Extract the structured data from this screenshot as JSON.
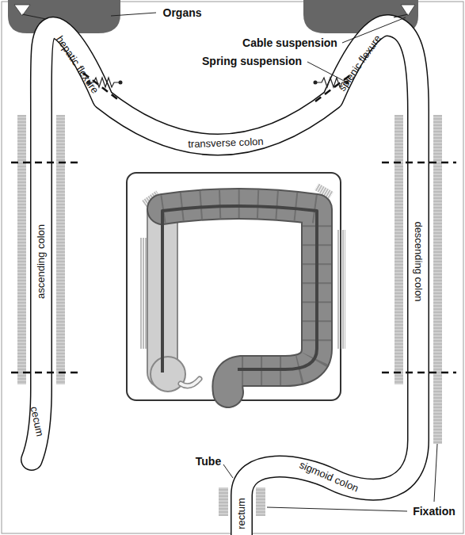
{
  "diagram": {
    "labels": [
      "Organs",
      "Cable suspension",
      "Spring suspension",
      "hepatic flexure",
      "splenic flexure",
      "transverse colon",
      "ascending colon",
      "descending colon",
      "cecum",
      "sigmoid colon",
      "Tube",
      "rectum",
      "Fixation"
    ]
  }
}
